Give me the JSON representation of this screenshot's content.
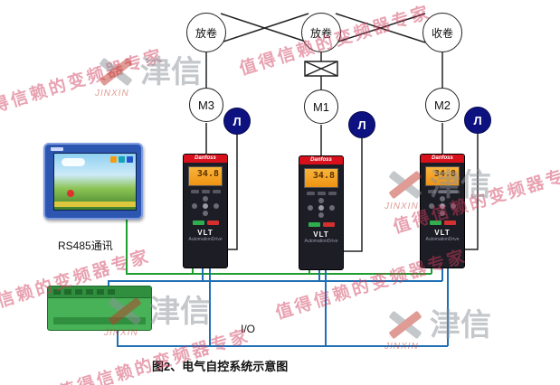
{
  "colors": {
    "wire_black": "#222222",
    "wire_green": "#1f9d2f",
    "wire_blue": "#1f6fb5",
    "encoder_fill": "#0e1280",
    "drive_body": "#1d1d26",
    "drive_brand_red": "#d8101c",
    "drive_screen_amber": "#f2a11f",
    "hmi_frame_blue": "#2c56b0",
    "plc_green": "#47b257",
    "watermark_red": "#ce3c5c",
    "watermark_gray": "#8d9399"
  },
  "rolls": [
    {
      "label": "放卷"
    },
    {
      "label": "放卷"
    },
    {
      "label": "收卷"
    }
  ],
  "motors": [
    {
      "label": "M3"
    },
    {
      "label": "M1"
    },
    {
      "label": "M2"
    }
  ],
  "encoders": [
    {
      "glyph": "Л"
    },
    {
      "glyph": "Л"
    },
    {
      "glyph": "Л"
    }
  ],
  "drives": [
    {
      "brand": "Danfoss",
      "display": "34.8",
      "model": "VLT",
      "series": "AutomationDrive"
    },
    {
      "brand": "Danfoss",
      "display": "34.8",
      "model": "VLT",
      "series": "AutomationDrive"
    },
    {
      "brand": "Danfoss",
      "display": "34.8",
      "model": "VLT",
      "series": "AutomationDrive"
    }
  ],
  "labels": {
    "rs485": "RS485通讯",
    "io": "I/O",
    "caption": "图2、电气自控系统示意图"
  },
  "watermark": {
    "slogan": "值得信赖的变频器专家",
    "brand_cn": "津信",
    "brand_en": "JINXIN"
  }
}
